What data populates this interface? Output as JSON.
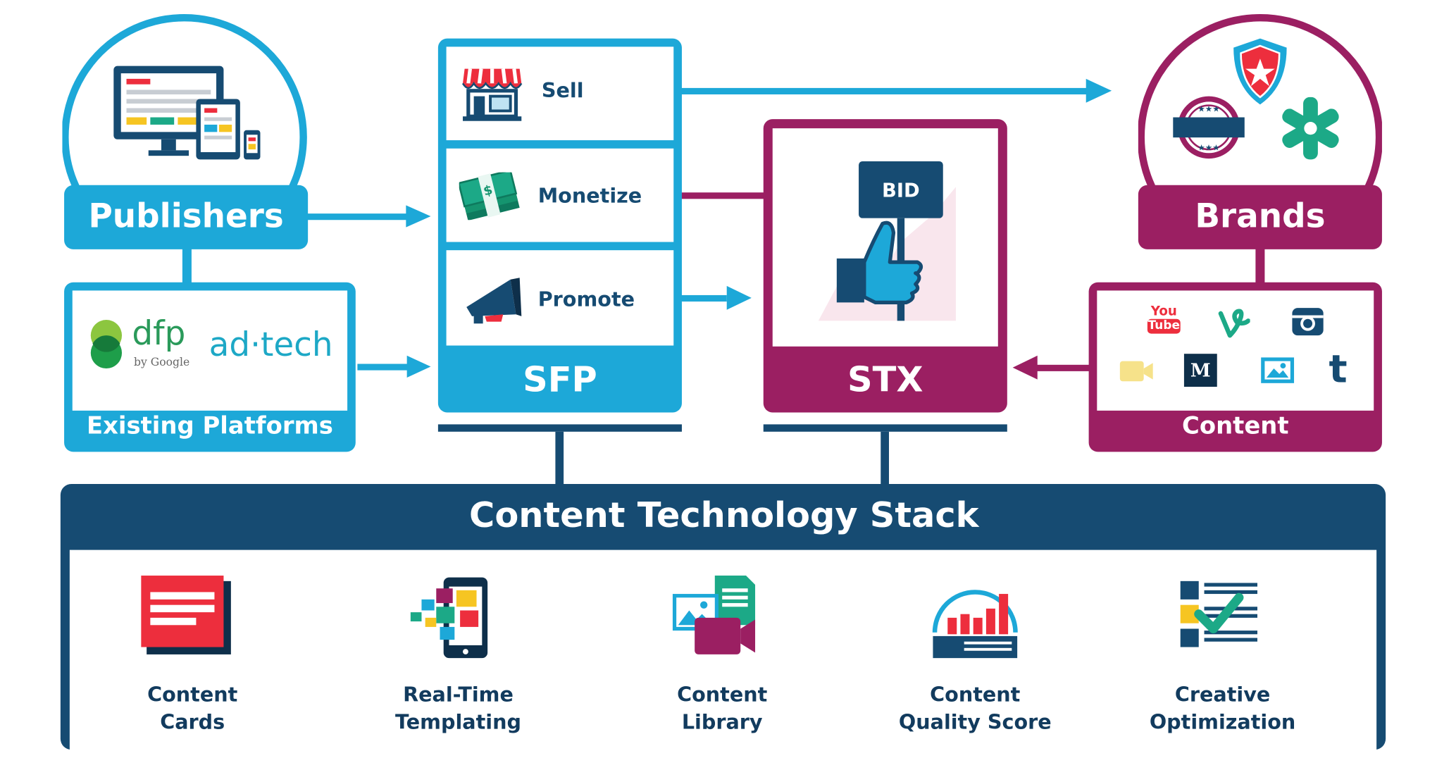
{
  "colors": {
    "blue": "#1da8d8",
    "magenta": "#9b1f62",
    "navy": "#164b72"
  },
  "publishers": {
    "label": "Publishers"
  },
  "existing_platforms": {
    "label": "Existing Platforms",
    "dfp_text": "dfp",
    "dfp_sub": "by Google",
    "adtech_text": "ad·tech"
  },
  "sfp": {
    "label": "SFP",
    "rows": [
      {
        "label": "Sell",
        "icon": "storefront-icon"
      },
      {
        "label": "Monetize",
        "icon": "money-stack-icon"
      },
      {
        "label": "Promote",
        "icon": "megaphone-icon"
      }
    ]
  },
  "stx": {
    "label": "STX",
    "bid_label": "BID"
  },
  "brands": {
    "label": "Brands"
  },
  "content": {
    "label": "Content",
    "youtube_line1": "You",
    "youtube_line2": "Tube",
    "medium_letter": "M",
    "tumblr_letter": "t"
  },
  "stack": {
    "title": "Content Technology Stack",
    "features": [
      {
        "line1": "Content",
        "line2": "Cards",
        "icon": "content-card-icon"
      },
      {
        "line1": "Real-Time",
        "line2": "Templating",
        "icon": "phone-template-icon"
      },
      {
        "line1": "Content",
        "line2": "Library",
        "icon": "media-library-icon"
      },
      {
        "line1": "Content",
        "line2": "Quality Score",
        "icon": "gauge-chart-icon"
      },
      {
        "line1": "Creative",
        "line2": "Optimization",
        "icon": "checklist-icon"
      }
    ]
  }
}
